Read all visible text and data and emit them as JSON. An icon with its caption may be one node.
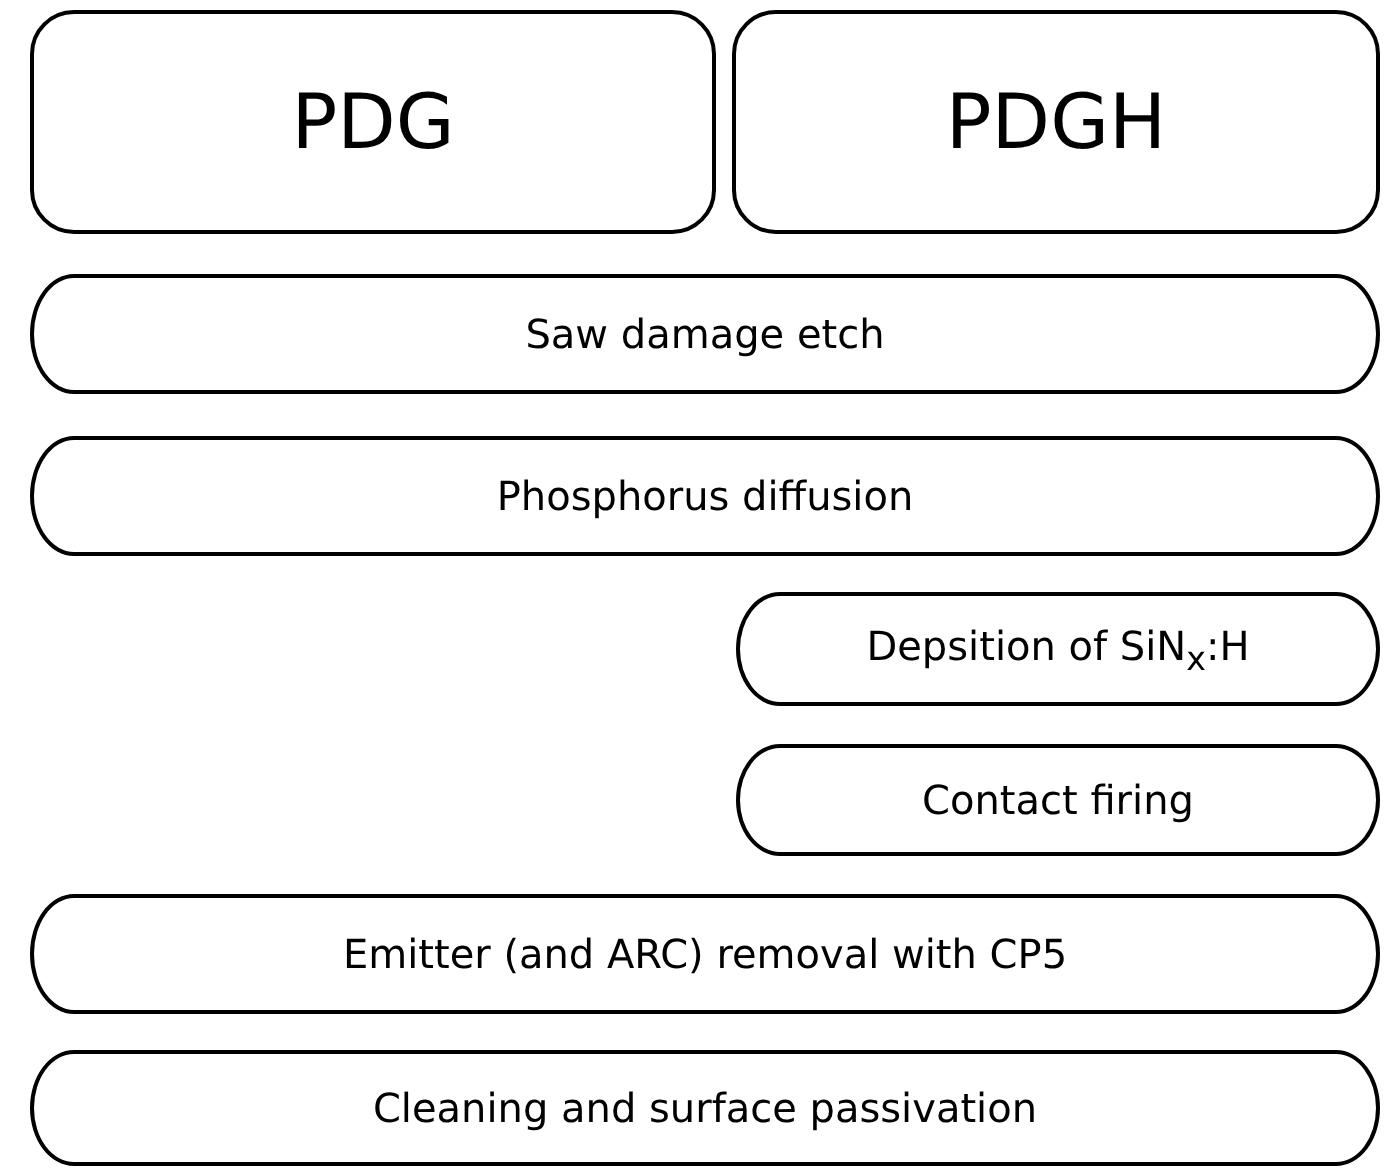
{
  "diagram": {
    "nodes": [
      {
        "text": [
          "PDG"
        ]
      },
      {
        "text": [
          "PDGH"
        ]
      },
      {
        "text": [
          "Saw damage etch"
        ]
      },
      {
        "text": [
          "Phosphorus diffusion"
        ]
      },
      {
        "text": [
          "Depsition of SiN$_{x}$:H"
        ]
      },
      {
        "text": [
          "Contact firing"
        ]
      },
      {
        "text": [
          "Emitter (and ARC) removal with CP5"
        ]
      },
      {
        "text": [
          "Cleaning and surface passivation"
        ]
      }
    ]
  }
}
